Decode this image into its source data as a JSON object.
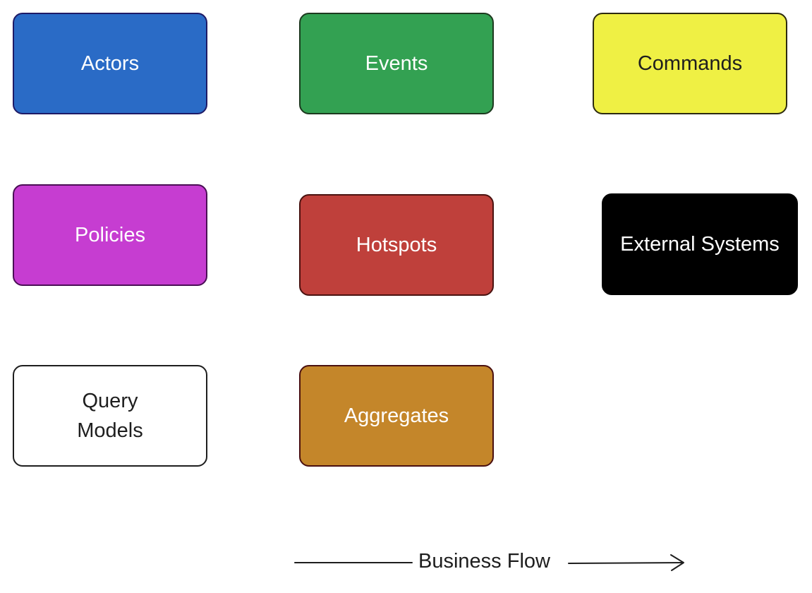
{
  "cards": [
    {
      "label": "Actors",
      "color": "#2a6bc6"
    },
    {
      "label": "Events",
      "color": "#33a152"
    },
    {
      "label": "Commands",
      "color": "#eff044"
    },
    {
      "label": "Policies",
      "color": "#c63dd1"
    },
    {
      "label": "Hotspots",
      "color": "#bf403b"
    },
    {
      "label": "External Systems",
      "color": "#000000"
    },
    {
      "label": "Query\nModels",
      "color": "#ffffff"
    },
    {
      "label": "Aggregates",
      "color": "#c4862a"
    }
  ],
  "flow": {
    "label": "Business Flow",
    "direction": "left-to-right"
  }
}
